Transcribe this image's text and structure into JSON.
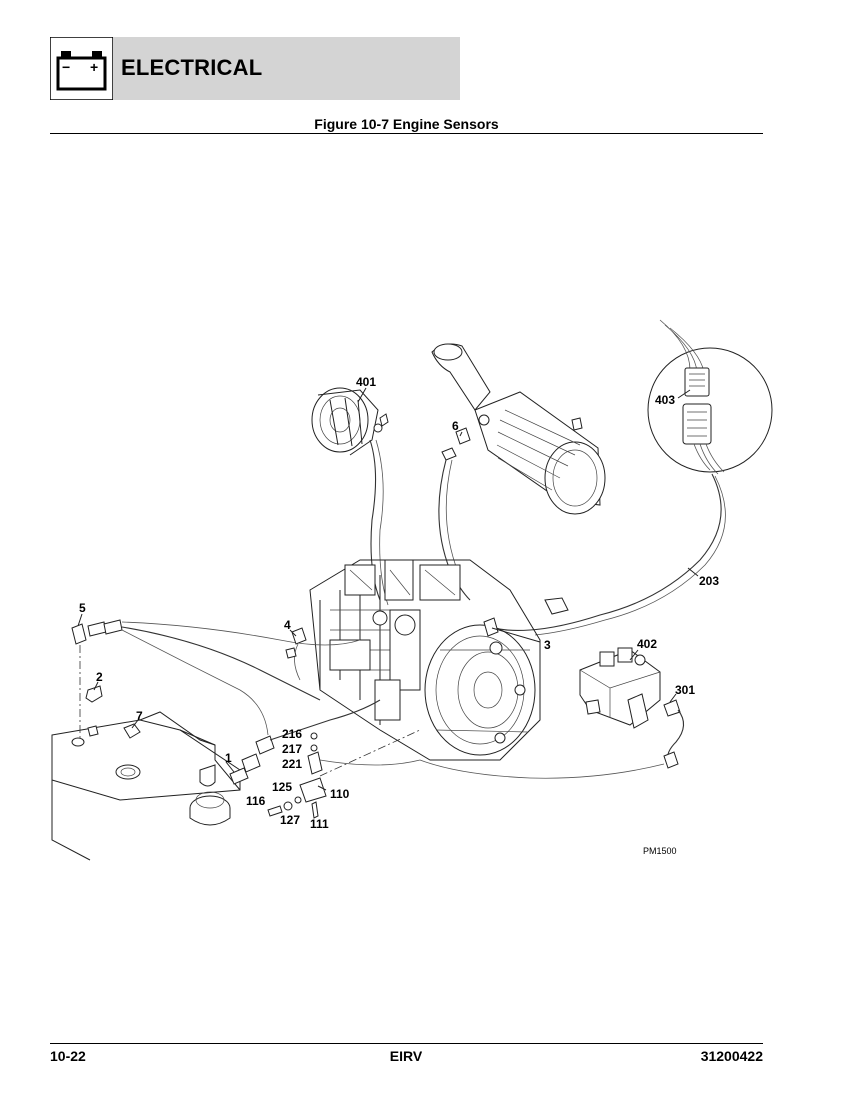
{
  "header": {
    "section_title": "ELECTRICAL",
    "icon": "battery-icon",
    "battery_minus": "−",
    "battery_plus": "+",
    "header_color": "#d4d4d4"
  },
  "figure": {
    "title": "Figure 10-7 Engine Sensors",
    "drawing_id": "PM1500"
  },
  "callouts": {
    "c401": "401",
    "c403": "403",
    "c6": "6",
    "c203": "203",
    "c5": "5",
    "c4": "4",
    "c3": "3",
    "c402": "402",
    "c301": "301",
    "c2": "2",
    "c7": "7",
    "c216": "216",
    "c217": "217",
    "c221": "221",
    "c1": "1",
    "c125": "125",
    "c110": "110",
    "c116": "116",
    "c127": "127",
    "c111": "111"
  },
  "footer": {
    "page_number": "10-22",
    "center": "EIRV",
    "doc_number": "31200422"
  }
}
